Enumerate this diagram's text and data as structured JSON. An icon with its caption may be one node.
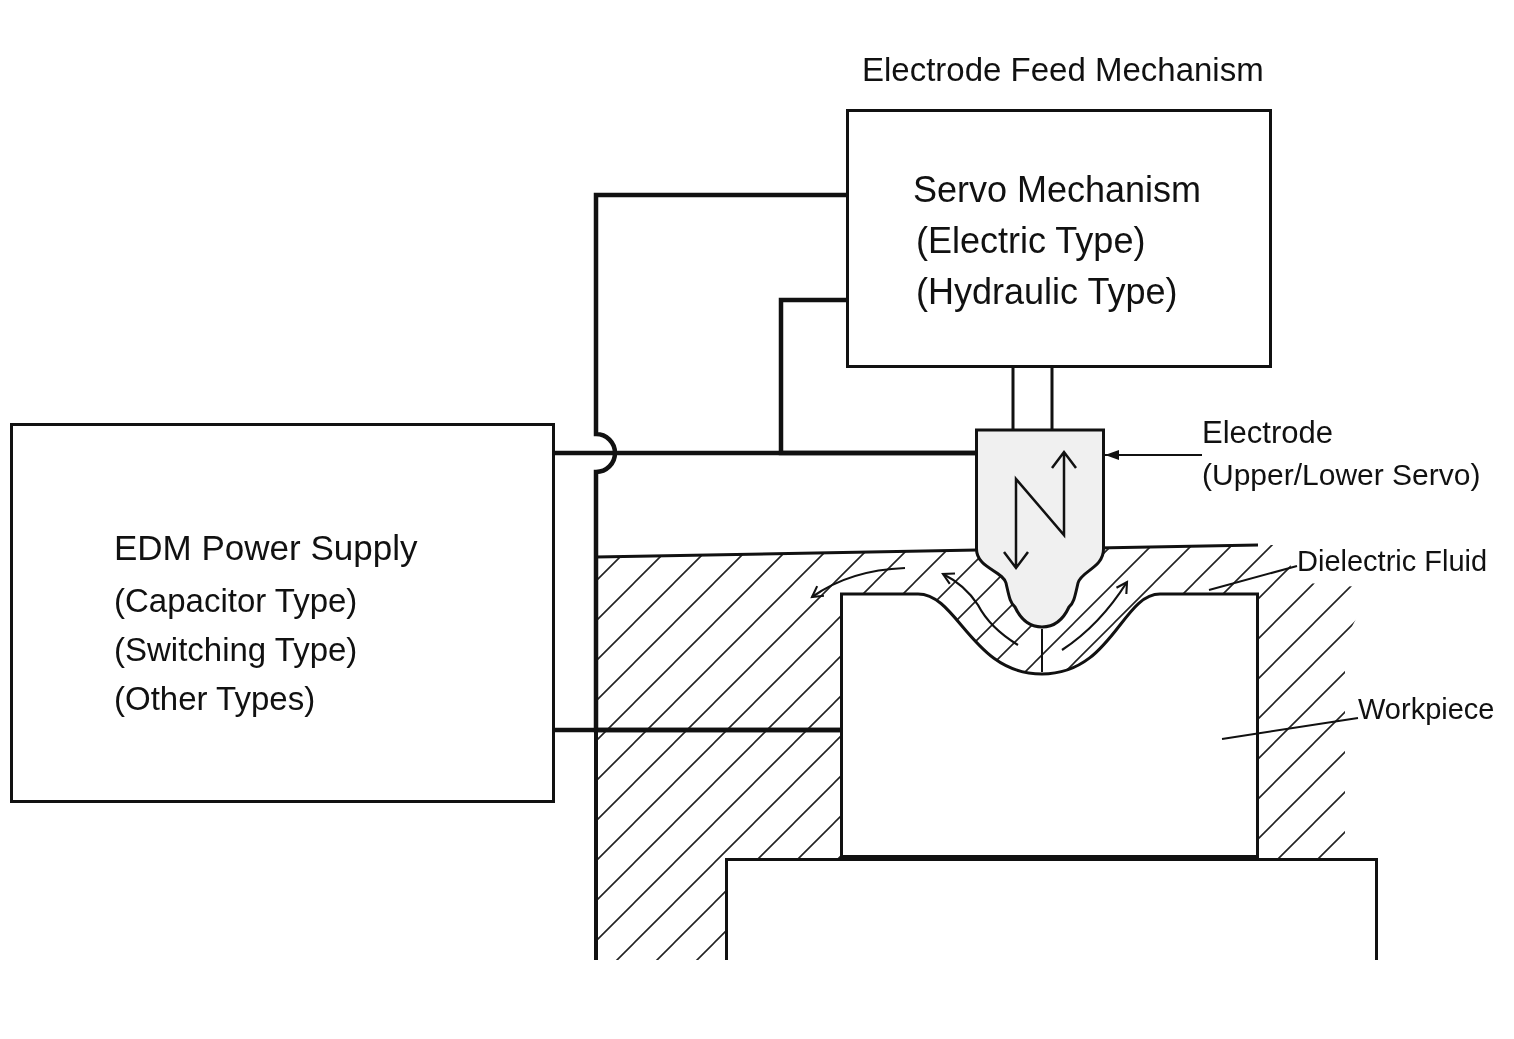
{
  "diagram": {
    "nodes": [
      {
        "text": [
          "Electrode Feed Mechanism",
          "Servo Mechanism",
          "(Electric Type)",
          "(Hydraulic Type)"
        ]
      },
      {
        "text": [
          "EDM Power Supply",
          "(Capacitor Type)",
          "(Switching Type)",
          "(Other Types)"
        ]
      },
      {
        "text": [],
        "shape": "picture"
      },
      {
        "text": [
          "Electrode",
          "(Upper/Lower Servo)"
        ]
      },
      {
        "text": [],
        "shape": "picture"
      },
      {
        "text": [
          "Dielectric Fluid"
        ]
      },
      {
        "text": [],
        "shape": "box",
        "in": 4
      },
      {
        "text": [
          "Workpiece"
        ]
      },
      {
        "text": [],
        "shape": "box",
        "in": 4
      }
    ],
    "edges": [
      {
        "from": 1,
        "to": 2,
        "arrow": "none"
      },
      {
        "from": 1,
        "to": 6,
        "arrow": "none"
      },
      {
        "from": 0,
        "to": 6,
        "arrow": "none"
      },
      {
        "from": 0,
        "to": 2,
        "arrow": "none"
      },
      {
        "from": 3,
        "to": 2,
        "arrow": "to"
      },
      {
        "from": 5,
        "to": 4,
        "arrow": "none"
      },
      {
        "from": 7,
        "to": 6,
        "arrow": "none"
      }
    ]
  }
}
